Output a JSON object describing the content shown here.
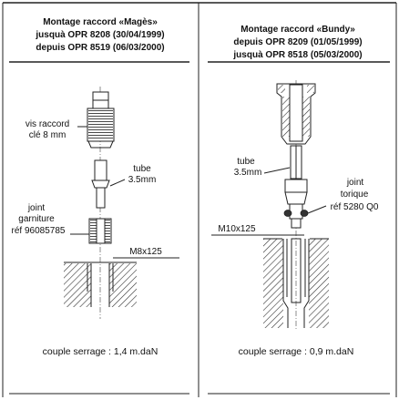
{
  "left": {
    "title": [
      "Montage raccord «Magès»",
      "jusquà OPR 8208 (30/04/1999)",
      "depuis OPR 8519  (06/03/2000)"
    ],
    "labels": {
      "vis": [
        "vis raccord",
        "clé  8 mm"
      ],
      "tube": [
        "tube",
        "3.5mm"
      ],
      "joint": [
        "joint",
        "garniture",
        "réf 96085785"
      ],
      "thread": "M8x125"
    },
    "caption": "couple serrage : 1,4 m.daN"
  },
  "right": {
    "title": [
      "Montage raccord «Bundy»",
      "depuis OPR 8209 (01/05/1999)",
      "jusquà OPR 8518  (05/03/2000)"
    ],
    "labels": {
      "tube": [
        "tube",
        "3.5mm"
      ],
      "joint": [
        "joint",
        "torique",
        "réf 5280 Q0"
      ],
      "thread": "M10x125"
    },
    "caption": "couple serrage : 0,9 m.daN"
  }
}
